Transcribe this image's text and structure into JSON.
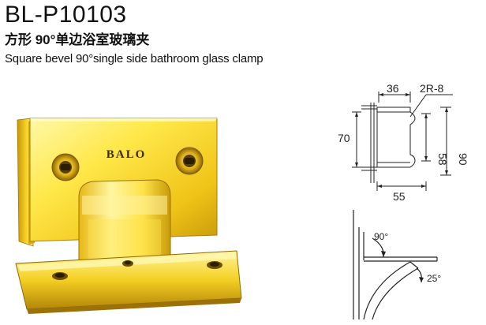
{
  "header": {
    "model_code": "BL-P10103",
    "title_cn": "方形 90°单边浴室玻璃夹",
    "title_en": "Square bevel 90°single side bathroom glass clamp"
  },
  "product": {
    "brand": "BALO",
    "finish_colors": {
      "gold_light": "#fff27a",
      "gold_mid": "#f5cf1e",
      "gold_dark": "#b88a06"
    }
  },
  "dimension_drawing": {
    "dim_36": "36",
    "dim_2r8": "2R-8",
    "dim_70": "70",
    "dim_58": "58",
    "dim_90": "90",
    "dim_55": "55"
  },
  "angle_drawing": {
    "angle_90": "90°",
    "angle_25": "25°"
  }
}
